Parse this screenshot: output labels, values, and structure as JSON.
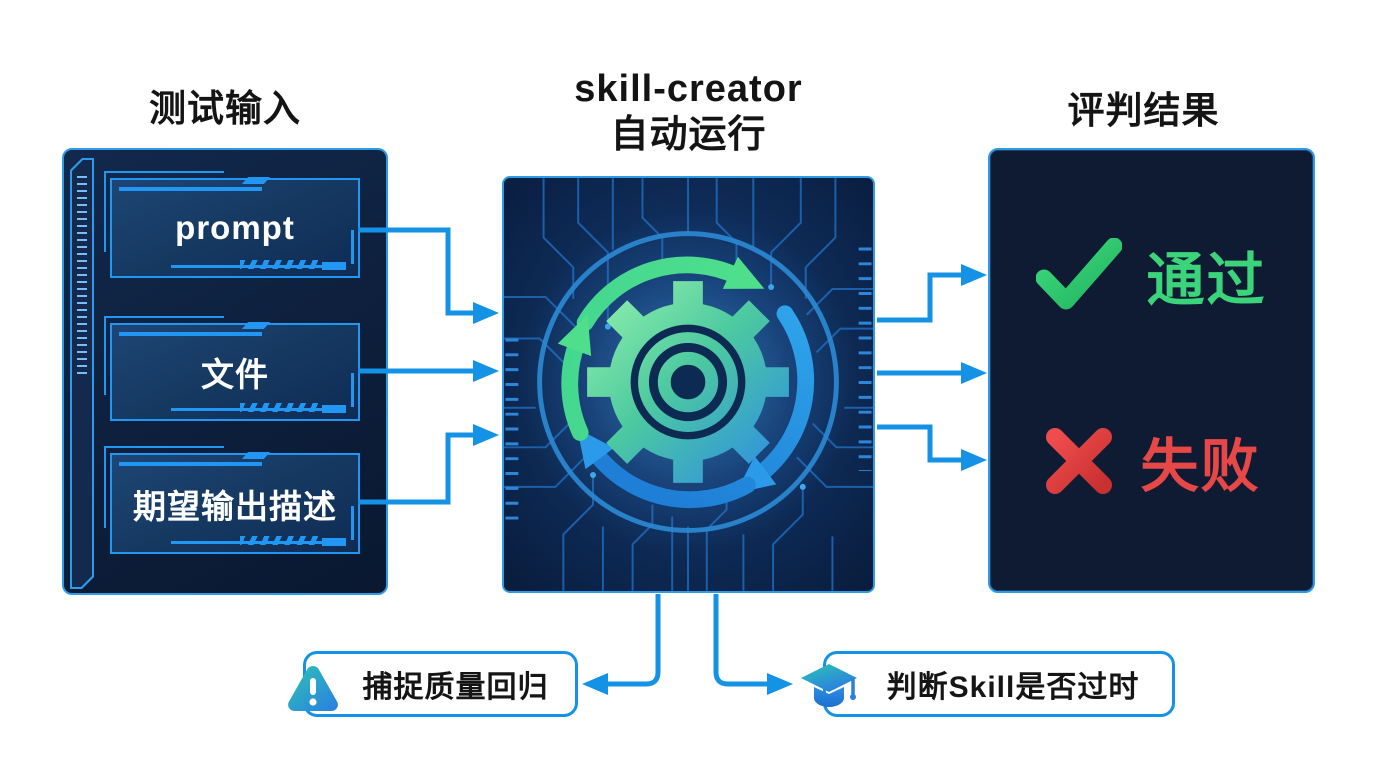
{
  "columns": {
    "input": {
      "title": "测试输入",
      "items": [
        {
          "label": "prompt"
        },
        {
          "label": "文件"
        },
        {
          "label": "期望输出描述"
        }
      ]
    },
    "processor": {
      "title_line1": "skill-creator",
      "title_line2": "自动运行",
      "icon": "gear-refresh-cycle-icon"
    },
    "results": {
      "title": "评判结果",
      "items": [
        {
          "icon": "check-icon",
          "label": "通过",
          "color": "#3bd47b"
        },
        {
          "icon": "cross-icon",
          "label": "失败",
          "color": "#e64747"
        }
      ]
    }
  },
  "callouts": [
    {
      "icon": "warning-icon",
      "label": "捕捉质量回归"
    },
    {
      "icon": "graduation-cap-icon",
      "label": "判断Skill是否过时"
    }
  ],
  "colors": {
    "accent_blue": "#1492e6",
    "panel_border": "#2e9be8",
    "box_border": "#2196f3",
    "left_panel_bg": "#0d1f3c",
    "center_panel_bg": "#0b2142",
    "right_panel_bg": "#0e1b33",
    "box_fill_light": "#1e4574",
    "box_fill_dark": "#0f2c55",
    "circuit_line": "#1e66b4",
    "success_green": "#3bd47b",
    "error_red": "#e64747",
    "icon_teal": "#2ec4b6",
    "icon_blue": "#2a7de1",
    "heading_text": "#141414",
    "box_text": "#ffffff",
    "callout_text": "#151515",
    "callout_bg": "#ffffff"
  }
}
